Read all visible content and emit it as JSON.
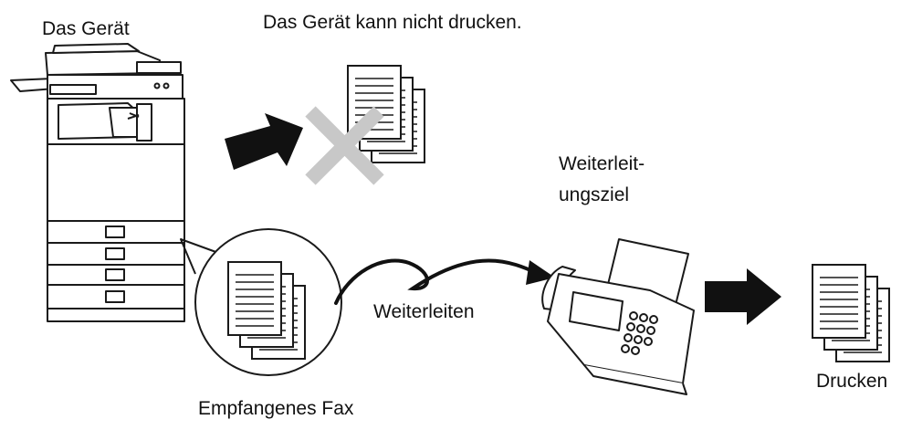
{
  "labels": {
    "device": "Das Gerät",
    "cannot_print": "Das Gerät kann nicht drucken.",
    "forward_target_line1": "Weiterleit-",
    "forward_target_line2": "ungsziel",
    "forward": "Weiterleiten",
    "received_fax": "Empfangenes Fax",
    "print": "Drucken"
  },
  "icons": {
    "device": "multifunction-printer-icon",
    "blocked": "x-mark-icon",
    "document": "document-stack-icon",
    "fax": "fax-machine-icon",
    "arrow": "arrow-right-icon"
  },
  "colors": {
    "stroke": "#1a1a1a",
    "cross": "#c8c8c8",
    "arrow": "#111111"
  }
}
